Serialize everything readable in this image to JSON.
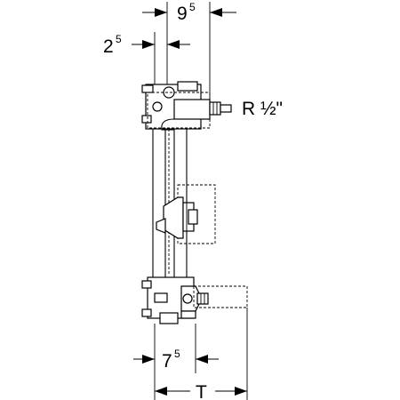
{
  "dimensions": {
    "top_width": {
      "main": "9",
      "sup": "5"
    },
    "top_offset": {
      "main": "2",
      "sup": "5"
    },
    "bottom_offset": {
      "main": "7",
      "sup": "5"
    },
    "bottom_total": {
      "main": "T"
    },
    "thread": "R ½\""
  }
}
